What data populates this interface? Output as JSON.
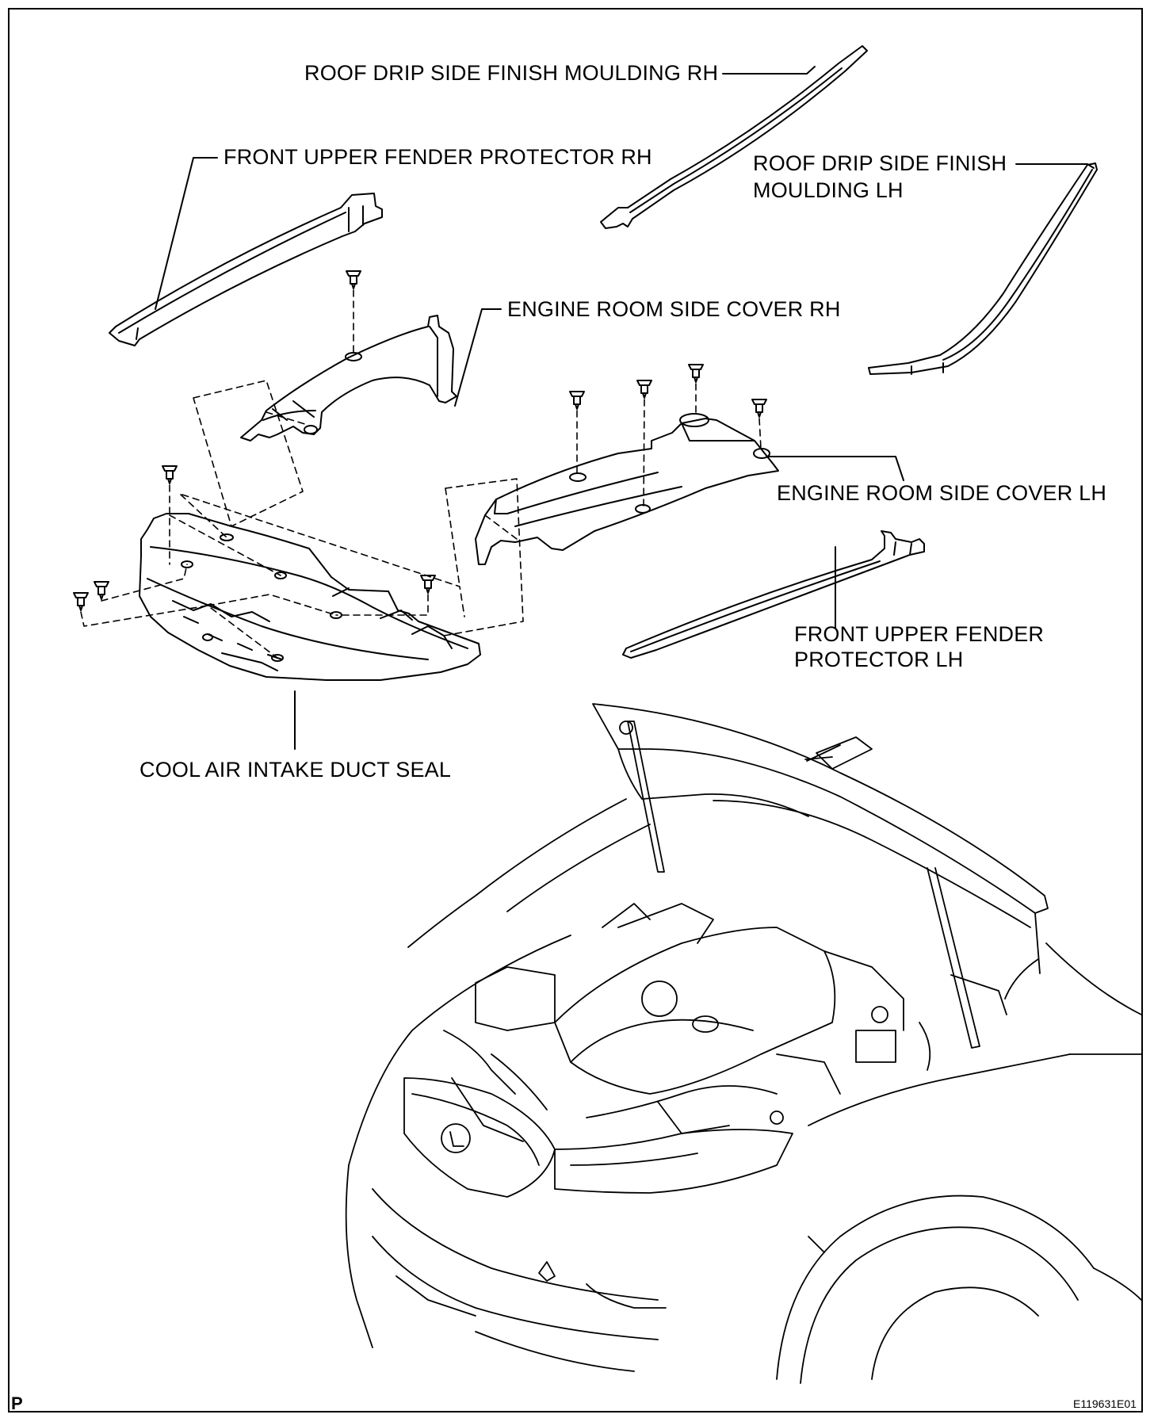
{
  "labels": {
    "roof_rh": "ROOF DRIP SIDE FINISH MOULDING RH",
    "front_fender_rh": "FRONT UPPER FENDER PROTECTOR RH",
    "roof_lh_line1": "ROOF DRIP SIDE FINISH",
    "roof_lh_line2": "MOULDING LH",
    "engine_cover_rh": "ENGINE ROOM SIDE COVER RH",
    "engine_cover_lh": "ENGINE ROOM SIDE COVER LH",
    "front_fender_lh_line1": "FRONT UPPER FENDER",
    "front_fender_lh_line2": "PROTECTOR LH",
    "duct_seal": "COOL AIR INTAKE DUCT SEAL"
  },
  "corner_letter": "P",
  "figure_code": "E119631E01"
}
